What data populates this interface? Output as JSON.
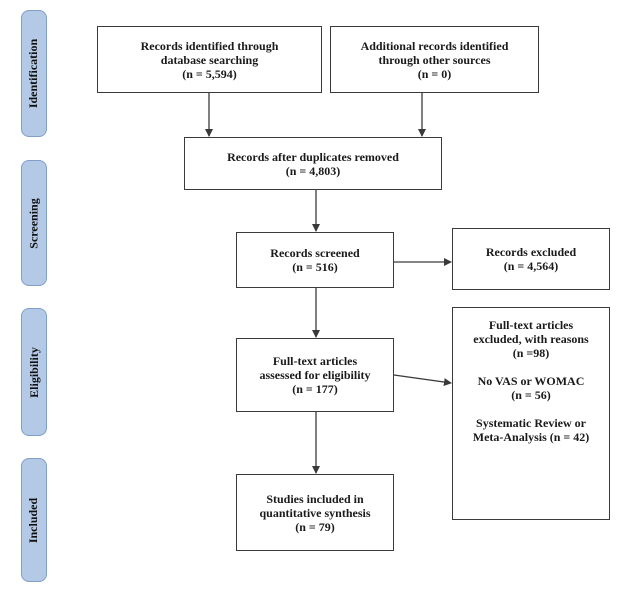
{
  "phases": {
    "identification": "Identification",
    "screening": "Screening",
    "eligibility": "Eligibility",
    "included": "Included"
  },
  "boxes": {
    "db_search": [
      "Records identified through",
      "database searching",
      "(n = 5,594)"
    ],
    "other_sources": [
      "Additional records identified",
      "through other sources",
      "(n = 0)"
    ],
    "after_duplicates": [
      "Records after duplicates removed",
      "(n = 4,803)"
    ],
    "screened": [
      "Records screened",
      "(n = 516)"
    ],
    "excluded": [
      "Records excluded",
      "(n = 4,564)"
    ],
    "assessed": [
      "Full-text articles",
      "assessed for eligibility",
      "(n = 177)"
    ],
    "fulltext_excluded": {
      "heading": [
        "Full-text articles",
        "excluded, with reasons",
        "(n =98)"
      ],
      "reason_1": [
        "No VAS or WOMAC",
        "(n = 56)"
      ],
      "reason_2": [
        "Systematic Review or",
        "Meta-Analysis (n = 42)"
      ]
    },
    "included": [
      "Studies included in",
      "quantitative synthesis",
      "(n = 79)"
    ]
  },
  "colors": {
    "phase_fill": "#b3c9e6",
    "phase_border": "#7f9fc8",
    "box_border": "#3a3a3a",
    "arrow": "#3a3a3a"
  }
}
